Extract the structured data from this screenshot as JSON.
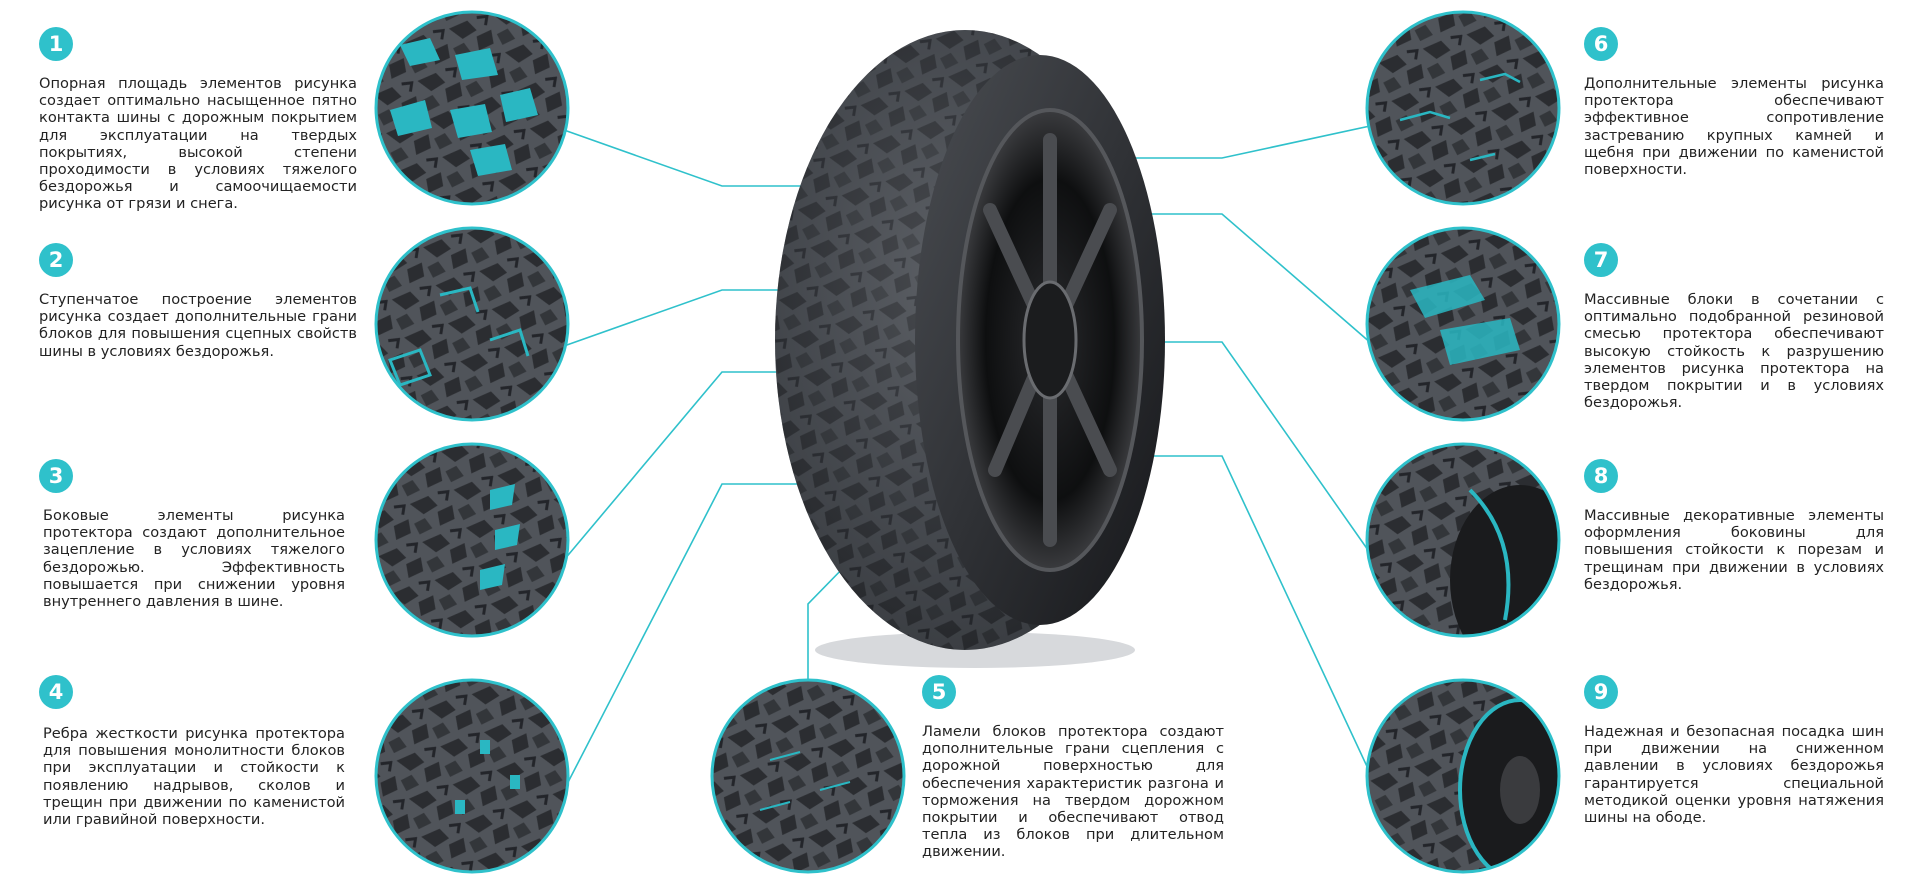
{
  "accent_color": "#2fc1cb",
  "tire_image": {
    "icon": "tire-with-wheel-photo"
  },
  "features": [
    {
      "number": "1",
      "text": "Опорная площадь элементов рисунка создает оптимально насыщенное пятно контакта шины с дорожным покрытием для эксплуатации на твердых покрытиях, высокой степени проходимости в условиях тяжелого бездорожья и самоочищаемости рисунка от грязи и снега."
    },
    {
      "number": "2",
      "text": "Ступенчатое построение элементов рисунка создает дополнительные грани блоков для повышения сцепных свойств шины в условиях бездорожья."
    },
    {
      "number": "3",
      "text": "Боковые элементы рисунка протектора создают дополнительное зацепление в условиях тяжелого бездорожью. Эффективность повышается при снижении уровня внутреннего давления в шине."
    },
    {
      "number": "4",
      "text": "Ребра жесткости рисунка протектора для повышения монолитности блоков при эксплуатации и стойкости к появлению надрывов, сколов и трещин при движении по каменистой или гравийной поверхности."
    },
    {
      "number": "5",
      "text": "Ламели блоков протектора создают дополнительные грани сцепления с дорожной поверхностью для обеспечения характеристик разгона и торможения на твердом дорожном покрытии и обеспечивают отвод тепла из блоков при длительном движении."
    },
    {
      "number": "6",
      "text": "Дополнительные элементы рисунка протектора обеспечивают эффективное сопротивление застреванию крупных камней и щебня при движении по каменистой поверхности."
    },
    {
      "number": "7",
      "text": "Массивные блоки в сочетании с оптимально подобранной резиновой смесью протектора обеспечивают высокую стойкость к разрушению элементов рисунка протектора на твердом покрытии и в условиях бездорожья."
    },
    {
      "number": "8",
      "text": "Массивные декоративные элементы оформления боковины для повышения стойкости к порезам и трещинам при движении в условиях бездорожья."
    },
    {
      "number": "9",
      "text": "Надежная и безопасная посадка шин при движении на сниженном давлении в условиях бездорожья гарантируется специальной методикой оценки уровня натяжения шины на ободе."
    }
  ]
}
